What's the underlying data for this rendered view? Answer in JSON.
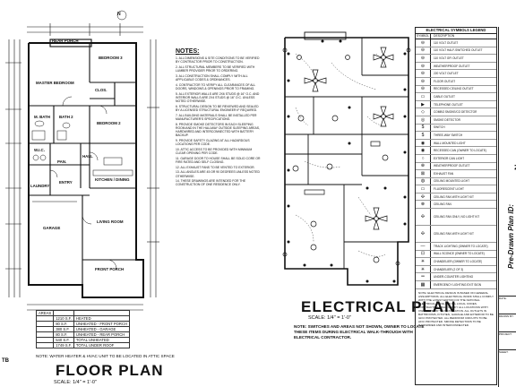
{
  "sheet": {
    "floor_plan_title": "FLOOR PLAN",
    "floor_plan_scale": "SCALE: 1/4\" = 1'-0\"",
    "electrical_plan_title": "ELECTRICAL PLAN",
    "electrical_plan_scale": "SCALE: 1/4\" = 1'-0\"",
    "floor_plan_note": "NOTE: WATER HEATER & HVAC UNIT TO BE LOCATED IN ATTIC SPACE",
    "electrical_note": "NOTE: SWITCHES AND AREAS NOT SHOWN, OWNER TO LOCATE THESE ITEMS DURING ELECTRICAL WALK-THROUGH WITH ELECTRICAL CONTRACTOR.",
    "north_marker": "N",
    "left_edge_label": "TB"
  },
  "rooms": {
    "rear_porch": "REAR PORCH",
    "bedroom3": "BEDROOM 3",
    "master_bedroom": "MASTER BEDROOM",
    "master_bath": "M. BATH",
    "bath2": "BATH 2",
    "closet": "CLOS.",
    "wic": "W.I.C.",
    "bedroom2": "BEDROOM 2",
    "hall": "HALL",
    "pan": "PAN.",
    "kitchen_dining": "KITCHEN / DINING",
    "entry": "ENTRY",
    "laundry": "LAUNDRY",
    "garage": "GARAGE",
    "living_room": "LIVING ROOM",
    "front_porch": "FRONT PORCH"
  },
  "areas": {
    "header": "AREAS",
    "rows": [
      {
        "value": "1210",
        "unit": "S.F.",
        "label": "HEATED"
      },
      {
        "value": "80",
        "unit": "S.F.",
        "label": "UNHEATED - FRONT PORCH"
      },
      {
        "value": "380",
        "unit": "S.F.",
        "label": "UNHEATED - GARAGE"
      },
      {
        "value": "80",
        "unit": "S.F.",
        "label": "UNHEATED - REAR PORCH"
      },
      {
        "value": "540",
        "unit": "S.F.",
        "label": "TOTAL UNHEATED"
      },
      {
        "value": "1749",
        "unit": "S.F.",
        "label": "TOTAL UNDER ROOF"
      }
    ]
  },
  "notes": {
    "title": "NOTES:",
    "items": [
      "1. ALL DIMENSIONS & SITE CONDITIONS TO BE VERIFIED BY CONTRACTOR PRIOR TO CONSTRUCTION.",
      "2. ALL STRUCTURAL MEMBERS TO BE VERIFIED WITH LUMBER PROVIDER PRIOR TO ORDERING.",
      "3. ALL CONSTRUCTION SHALL COMPLY WITH ALL APPLICABLE CODES & ORDINANCES.",
      "4. CONTRACTOR TO VERIFY ALL CLEARANCES OF ALL DOORS, WINDOWS & OPENINGS PRIOR TO FRAMING.",
      "5. ALL EXTERIOR WALLS ARE 2X6 STUDS @ 16\" O.C. AND INTERIOR WALLS ARE 2X4 STUDS @ 16\" O.C. UNLESS NOTED OTHERWISE.",
      "6. STRUCTURAL DESIGN TO BE REVIEWED AND SEALED BY A LICENSED STRUCTURAL ENGINEER IF REQUIRED.",
      "7. ALL BUILDING MATERIALS SHALL BE INSTALLED PER MANUFACTURER'S SPECIFICATIONS.",
      "8. PROVIDE SMOKE DETECTORS IN EACH SLEEPING ROOM AND IN THE HALLWAY OUTSIDE SLEEPING AREAS, HARDWIRED AND INTERCONNECTED WITH BATTERY BACKUP.",
      "9. PROVIDE SAFETY GLAZING AT ALL HAZARDOUS LOCATIONS PER CODE.",
      "10. ATTIC ACCESS TO BE PROVIDED WITH MINIMUM CLEAR OPENING PER CODE.",
      "11. GARAGE DOOR TO HOUSE SHALL BE SOLID CORE OR FIRE RATED AND SELF CLOSING.",
      "12. ALL EXHAUST FANS TO BE VENTED TO EXTERIOR.",
      "13. ALL ANGLES ARE 45 OR 90 DEGREES UNLESS NOTED OTHERWISE.",
      "14. THESE DRAWINGS ARE INTENDED FOR THE CONSTRUCTION OF ONE RESIDENCE ONLY."
    ]
  },
  "legend": {
    "title": "ELECTRICAL SYMBOLS LEGEND",
    "col_symbol": "SYMBOL",
    "col_description": "DESCRIPTION",
    "items": [
      {
        "symbol": "⊖",
        "description": "110 VOLT OUTLET"
      },
      {
        "symbol": "⊖",
        "description": "110 VOLT HALF-SWITCHED OUTLET"
      },
      {
        "symbol": "⊖",
        "description": "110 VOLT GFI OUTLET"
      },
      {
        "symbol": "⊖",
        "description": "WEATHERPROOF OUTLET"
      },
      {
        "symbol": "⊖",
        "description": "220 VOLT OUTLET"
      },
      {
        "symbol": "⊖",
        "description": "FLOOR OUTLET"
      },
      {
        "symbol": "⊖",
        "description": "RECESSED CEILING OUTLET"
      },
      {
        "symbol": "▭",
        "description": "CABLE OUTLET"
      },
      {
        "symbol": "▶",
        "description": "TELEPHONE OUTLET"
      },
      {
        "symbol": "◇",
        "description": "COMBO SMOKE/CO DETECTOR"
      },
      {
        "symbol": "◎",
        "description": "SMOKE DETECTOR"
      },
      {
        "symbol": "$",
        "description": "SWITCH"
      },
      {
        "symbol": "$",
        "description": "THREE-WAY SWITCH"
      },
      {
        "symbol": "◉",
        "description": "WALL MOUNTED LIGHT"
      },
      {
        "symbol": "◉",
        "description": "RECESSED CAN (OWNER TO LOCATE)"
      },
      {
        "symbol": "○",
        "description": "EXTERIOR CAN LIGHT"
      },
      {
        "symbol": "⊕",
        "description": "WEATHERPROOF OUTLET"
      },
      {
        "symbol": "⊠",
        "description": "EXHAUST FAN"
      },
      {
        "symbol": "◍",
        "description": "CEILING MOUNTED LIGHT"
      },
      {
        "symbol": "▭",
        "description": "FLUORESCENT LIGHT"
      },
      {
        "symbol": "✣",
        "description": "CEILING FAN WITH LIGHT KIT"
      },
      {
        "symbol": "⊗",
        "description": "CEILING FAN"
      }
    ],
    "fan_items": [
      {
        "description": "CEILING FAN ONLY, NO LIGHT KIT"
      },
      {
        "description": "CEILING FAN WITH LIGHT KIT"
      }
    ],
    "extra_items": [
      {
        "symbol": "—",
        "description": "TRACK LIGHTING (OWNER TO LOCATE)"
      },
      {
        "symbol": "⊡",
        "description": "WALL SCONCE (OWNER TO LOCATE)"
      },
      {
        "symbol": "✳",
        "description": "CHANDELIER (OWNER TO LOCATE)"
      },
      {
        "symbol": "✳",
        "description": "CHANDELIER (2 OF 3)"
      },
      {
        "symbol": "═",
        "description": "UNDER-COUNTER LIGHTING"
      },
      {
        "symbol": "▦",
        "description": "EMERGENCY LIGHTING EXIT SIGN"
      }
    ],
    "notes_text": "NOTE: ELECTRICAL DESIGN IS BASED ON GENERAL ASSUMPTIONS. ALL ELECTRICAL WORK SHALL COMPLY WITH THE LATEST EDITION OF THE NATIONAL ELECTRICAL CODE AND ALL LOCAL CODES. CONTRACTOR SHALL VERIFY ALL LOCATIONS WITH OWNER PRIOR TO INSTALLATION. ALL OUTLETS IN BATHROOMS, KITCHEN, GARAGE AND EXTERIOR TO BE GFCI PROTECTED. ALL BEDROOM CIRCUITS TO BE AFCI PROTECTED. SMOKE DETECTORS TO BE HARDWIRED AND INTERCONNECTED."
  },
  "title_block": {
    "plan_name": "Pre-Drawn Plan ID:",
    "letter": "N",
    "cells": [
      "DATE:",
      "DRAWN BY:",
      "PROJECT:",
      "SHEET:"
    ]
  }
}
